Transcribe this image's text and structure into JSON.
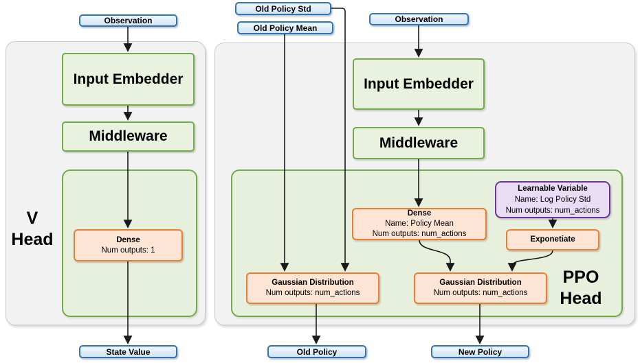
{
  "colors": {
    "blue_border": "#2e75b6",
    "blue_fill": "#d9e8f6",
    "green_border": "#70ad47",
    "green_fill": "#e7f0dc",
    "orange_border": "#ed7d31",
    "orange_fill": "#fce5d5",
    "purple_border": "#7030a0",
    "purple_fill": "#e9ddf6",
    "panel_fill": "#f2f2f2",
    "arrow_color": "#1a1a1a"
  },
  "diagram": {
    "v_head": {
      "observation": "Observation",
      "input_embedder": "Input Embedder",
      "middleware": "Middleware",
      "head_line1": "V",
      "head_line2": "Head",
      "dense_title": "Dense",
      "dense_outputs": "Num outputs: 1",
      "state_value": "State Value"
    },
    "ppo_head": {
      "old_policy_std": "Old Policy Std",
      "old_policy_mean": "Old Policy Mean",
      "observation": "Observation",
      "input_embedder": "Input Embedder",
      "middleware": "Middleware",
      "dense_title": "Dense",
      "dense_name": "Name: Policy Mean",
      "dense_outputs": "Num outputs: num_actions",
      "learnable_title": "Learnable Variable",
      "learnable_name": "Name: Log Policy Std",
      "learnable_outputs": "Num outputs: num_actions",
      "exponetiate": "Exponetiate",
      "gaussian_old_title": "Gaussian Distribution",
      "gaussian_old_outputs": "Num outputs: num_actions",
      "gaussian_new_title": "Gaussian Distribution",
      "gaussian_new_outputs": "Num outputs: num_actions",
      "head_line1": "PPO",
      "head_line2": "Head",
      "old_policy": "Old Policy",
      "new_policy": "New Policy"
    }
  }
}
